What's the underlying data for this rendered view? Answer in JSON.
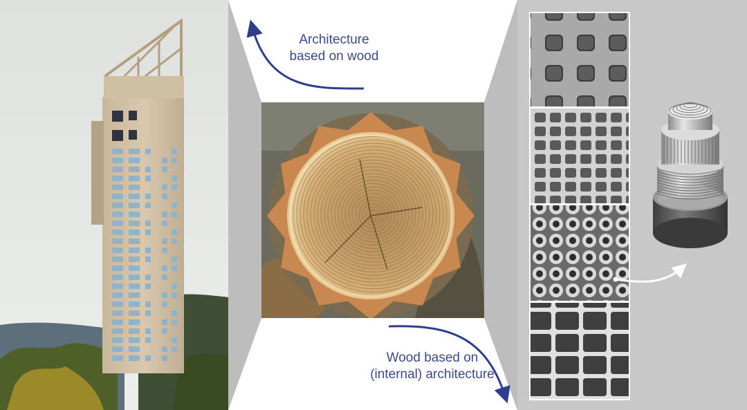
{
  "captions": {
    "architecture_line1": "Architecture",
    "architecture_line2": "based on wood",
    "wood_line1": "Wood based on",
    "wood_line2": "(internal) architecture"
  },
  "colors": {
    "arrow": "#2e3e8c",
    "caption": "#3a4a8c",
    "panel_gray": "#c8c8c8",
    "connector_gray": "#bdbdbd"
  },
  "panels": [
    {
      "name": "timber-tower-photo"
    },
    {
      "name": "wood-log-cross-section-photo"
    },
    {
      "name": "wood-microstructure-sem-images"
    },
    {
      "name": "cell-wall-layer-model"
    }
  ]
}
